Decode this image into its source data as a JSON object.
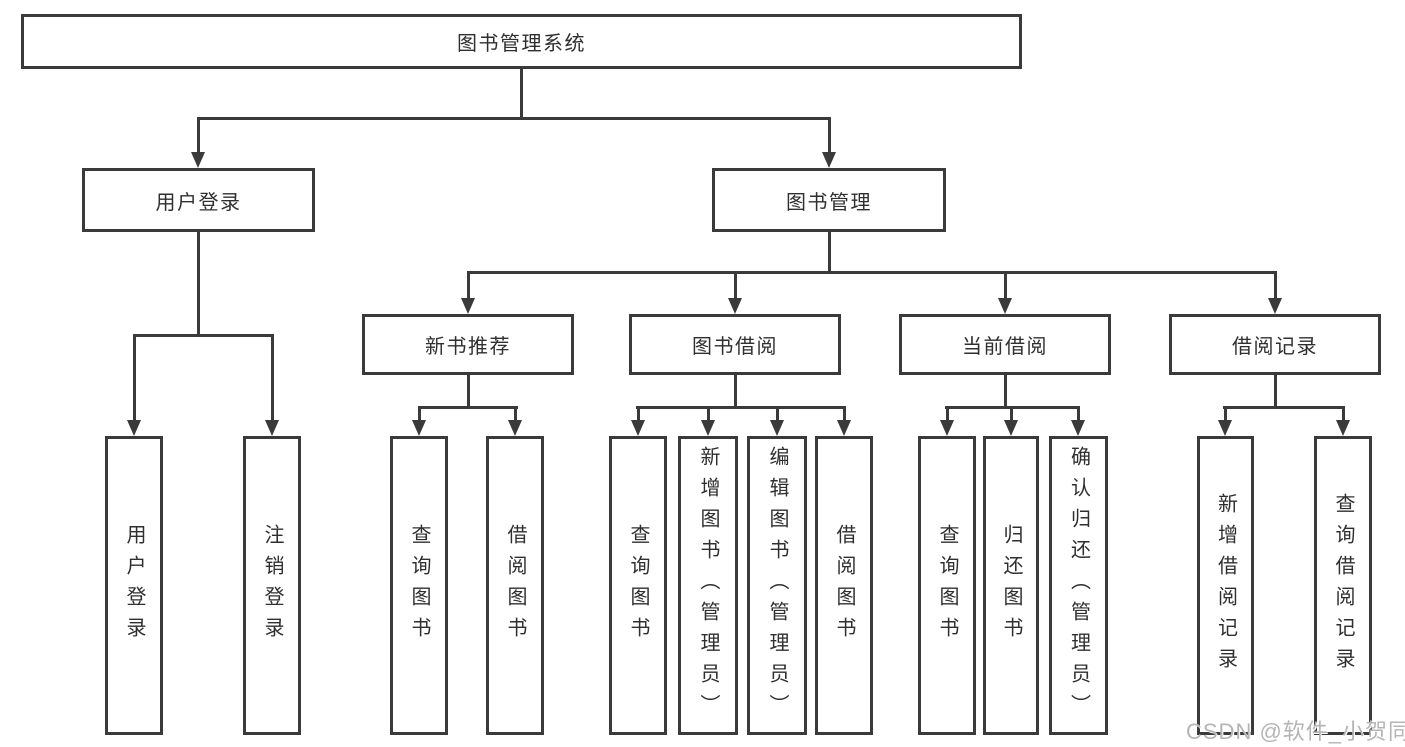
{
  "diagram": {
    "watermark": "CSDN @软件_小贺同学",
    "colors": {
      "line": "#3a3a3a",
      "text": "#2f2f2f",
      "watermark": "#b5b5b5",
      "background": "#ffffff"
    },
    "tree": {
      "label": "图书管理系统",
      "children": [
        {
          "label": "用户登录",
          "children": [
            {
              "label": "用户登录"
            },
            {
              "label": "注销登录"
            }
          ]
        },
        {
          "label": "图书管理",
          "children": [
            {
              "label": "新书推荐",
              "children": [
                {
                  "label": "查询图书"
                },
                {
                  "label": "借阅图书"
                }
              ]
            },
            {
              "label": "图书借阅",
              "children": [
                {
                  "label": "查询图书"
                },
                {
                  "label": "新增图书（管理员）"
                },
                {
                  "label": "编辑图书（管理员）"
                },
                {
                  "label": "借阅图书"
                }
              ]
            },
            {
              "label": "当前借阅",
              "children": [
                {
                  "label": "查询图书"
                },
                {
                  "label": "归还图书"
                },
                {
                  "label": "确认归还（管理员）"
                }
              ]
            },
            {
              "label": "借阅记录",
              "children": [
                {
                  "label": "新增借阅记录"
                },
                {
                  "label": "查询借阅记录"
                }
              ]
            }
          ]
        }
      ]
    }
  }
}
